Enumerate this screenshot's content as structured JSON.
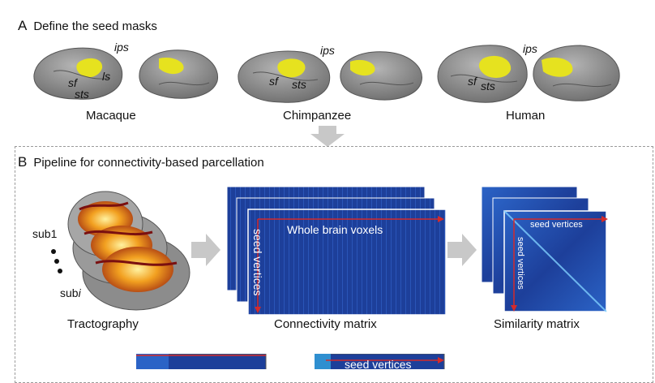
{
  "sectionA": {
    "letter": "A",
    "title": "Define the seed masks",
    "species": [
      {
        "name": "Macaque",
        "labels": [
          "ips",
          "sf",
          "ls",
          "sts"
        ]
      },
      {
        "name": "Chimpanzee",
        "labels": [
          "ips",
          "sf",
          "sts"
        ]
      },
      {
        "name": "Human",
        "labels": [
          "ips",
          "sf",
          "sts"
        ]
      }
    ]
  },
  "sectionB": {
    "letter": "B",
    "title": "Pipeline for connectivity-based parcellation",
    "subject_first": "sub1",
    "subject_last": "sub",
    "subject_last_index": "i",
    "steps": [
      {
        "caption": "Tractography"
      },
      {
        "caption": "Connectivity matrix",
        "x_axis": "Whole brain voxels",
        "y_axis": "seed vertices"
      },
      {
        "caption": "Similarity matrix",
        "x_axis": "seed vertices",
        "y_axis": "seed vertices"
      }
    ],
    "bottom_axis_label": "seed vertices"
  },
  "colors": {
    "seed": "#e6e21f",
    "brain": "#8a8a8a",
    "matrix": "#1d3f9a",
    "arrow": "#c8c8c8",
    "axis_red": "#d42a2a"
  }
}
